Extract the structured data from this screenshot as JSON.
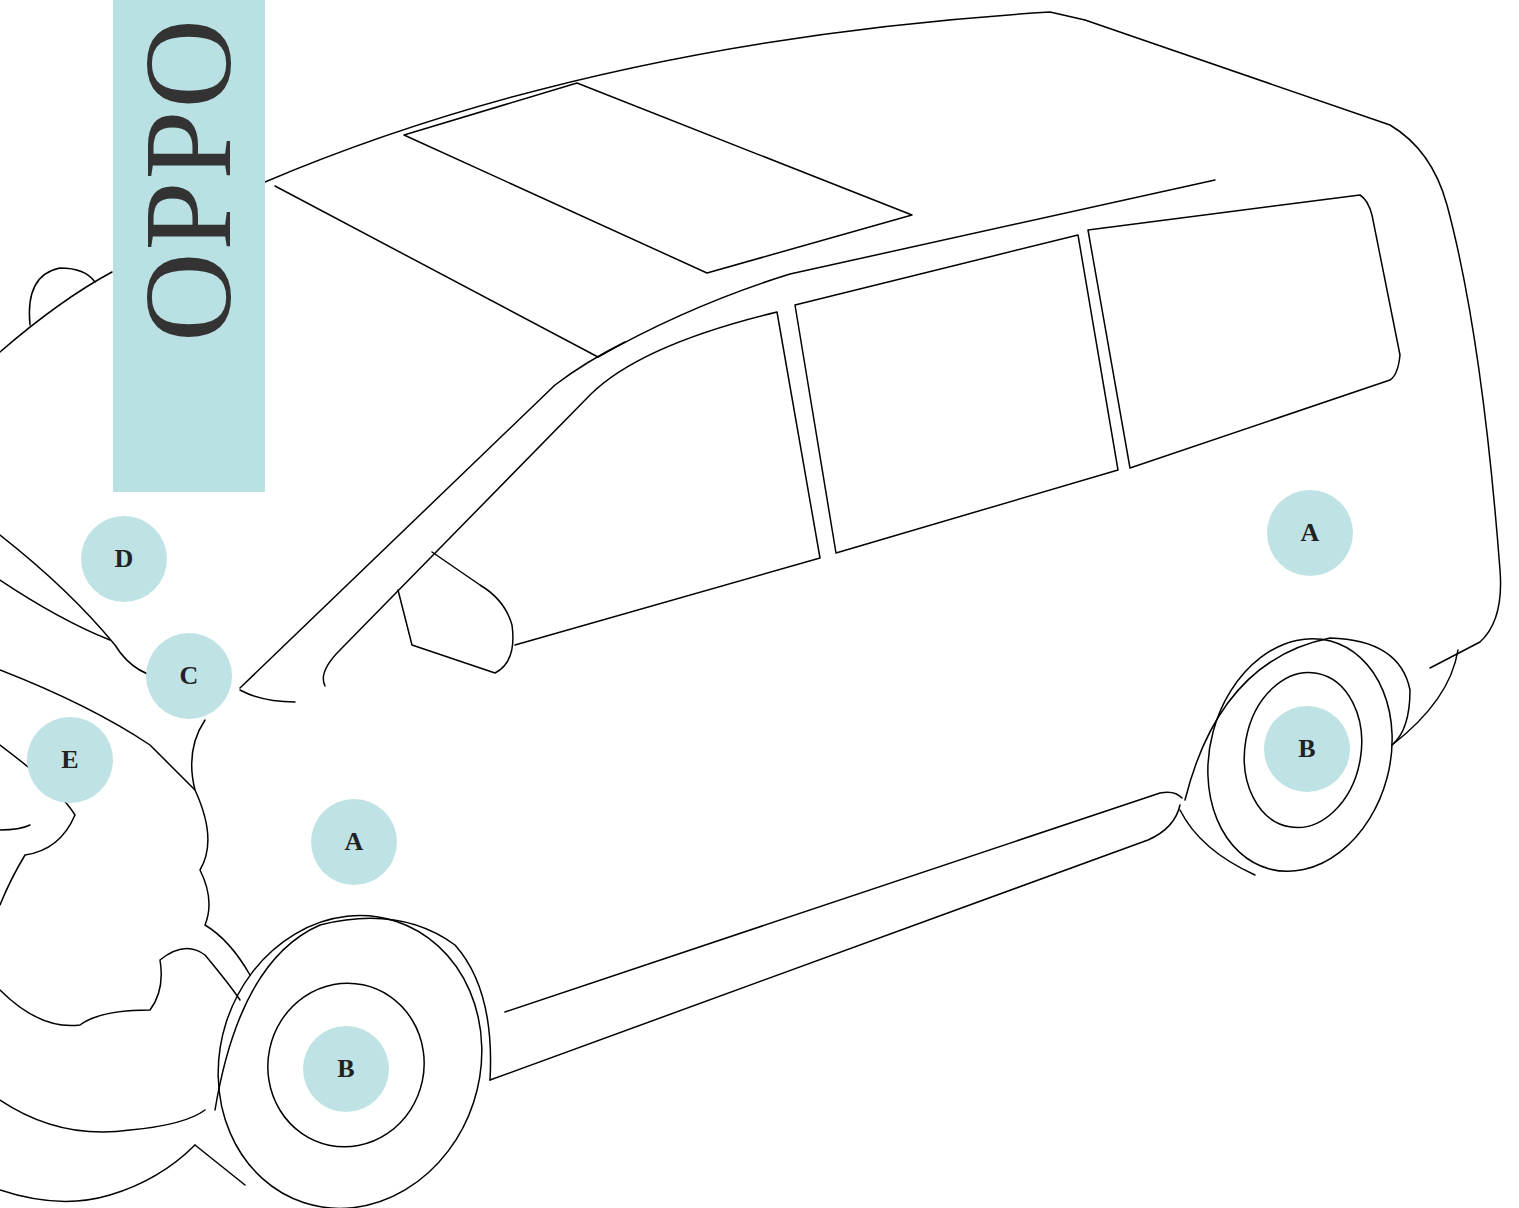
{
  "diagram": {
    "nodes": [
      {
        "text": [
          "OPPO"
        ]
      },
      {
        "text": [
          "A"
        ]
      },
      {
        "text": [
          "D"
        ]
      },
      {
        "text": [
          "C"
        ]
      },
      {
        "text": [
          "B"
        ]
      },
      {
        "text": [
          "E"
        ]
      },
      {
        "text": [
          "A"
        ]
      },
      {
        "text": [
          "B"
        ]
      }
    ]
  }
}
